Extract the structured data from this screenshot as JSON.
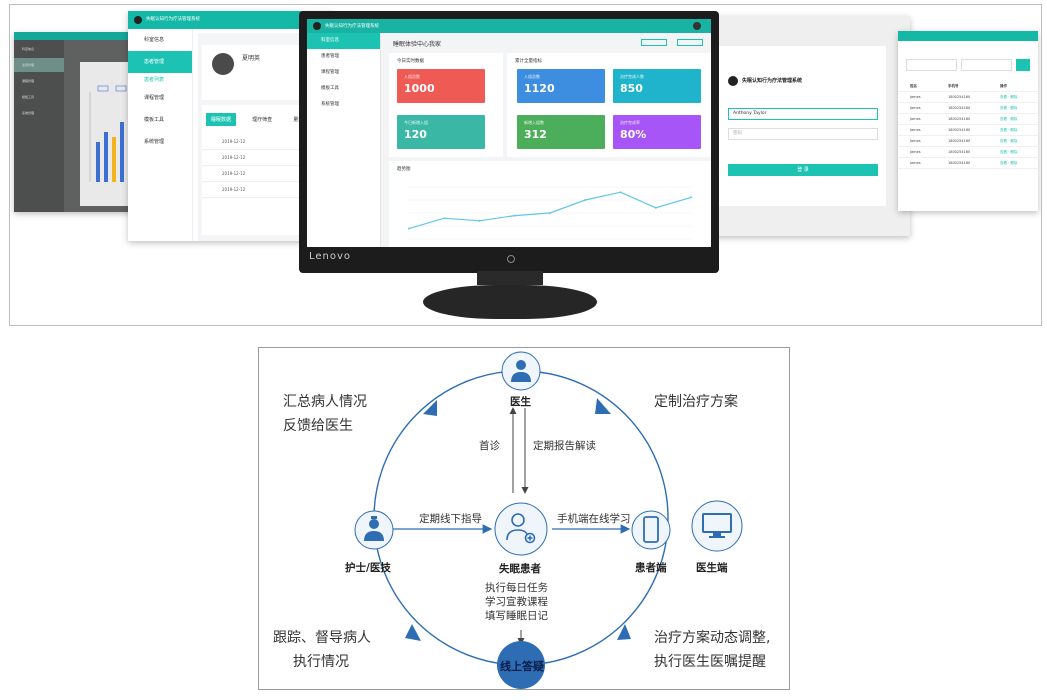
{
  "showcase": {
    "system_title": "失眠认知行为疗法管理系统",
    "monitor_brand": "Lenovo",
    "monitor_screen": {
      "page_title": "睡眠体验中心我家",
      "sidebar": [
        "科室信息",
        "患者管理",
        "课程管理",
        "模板工具",
        "系统管理"
      ],
      "panel_today": "今日实时数据",
      "panel_total": "累计全量指标",
      "tiles": [
        {
          "label": "入组总数",
          "value": "1000",
          "color": "#ef5a55"
        },
        {
          "label": "今日新增入组",
          "value": "120",
          "color": "#3bb8a5"
        },
        {
          "label": "入组总数",
          "value": "1120",
          "color": "#3d8ee0"
        },
        {
          "label": "新增入组数",
          "value": "312",
          "color": "#4cae5b"
        },
        {
          "label": "治疗完成人数",
          "value": "850",
          "color": "#1fb4cc"
        },
        {
          "label": "治疗完成率",
          "value": "80%",
          "color": "#a855f7"
        }
      ],
      "trend_title": "趋势图",
      "trend_points": [
        {
          "x": 1,
          "y": 20
        },
        {
          "x": 2,
          "y": 40
        },
        {
          "x": 3,
          "y": 35
        },
        {
          "x": 4,
          "y": 45
        },
        {
          "x": 5,
          "y": 50
        },
        {
          "x": 6,
          "y": 75
        },
        {
          "x": 7,
          "y": 90
        },
        {
          "x": 8,
          "y": 60
        },
        {
          "x": 9,
          "y": 80
        }
      ]
    },
    "left_shot": {
      "sidebar": [
        "科室信息",
        "患者管理",
        "患者列表",
        "课程管理",
        "模板工具",
        "系统管理"
      ],
      "patient_name": "夏明英",
      "tabs": [
        "睡眠数据",
        "理疗筛查",
        "量表记录"
      ],
      "dates": [
        "2019-12-12",
        "2019-12-12",
        "2019-12-12",
        "2019-12-12"
      ]
    },
    "right_shot": {
      "login_title": "失眠认知行为疗法管理系统",
      "username_value": "Anthony Taylor",
      "password_placeholder": "密码",
      "login_button": "登 录"
    },
    "far_right_shot": {
      "header_cols": [
        "姓名",
        "手机号",
        "操作"
      ],
      "rows": [
        [
          "James",
          "1800254160",
          "查看 · 删除"
        ],
        [
          "James",
          "1800254160",
          "查看 · 删除"
        ],
        [
          "James",
          "1800254160",
          "查看 · 删除"
        ],
        [
          "James",
          "1800254160",
          "查看 · 删除"
        ],
        [
          "James",
          "1800254160",
          "查看 · 删除"
        ],
        [
          "James",
          "1800254160",
          "查看 · 删除"
        ],
        [
          "James",
          "1800254160",
          "查看 · 删除"
        ]
      ]
    }
  },
  "diagram": {
    "corners": {
      "top_left": [
        "汇总病人情况",
        "反馈给医生"
      ],
      "top_right": [
        "定制治疗方案"
      ],
      "bottom_left": [
        "跟踪、督导病人",
        "执行情况"
      ],
      "bottom_right": [
        "治疗方案动态调整,",
        "执行医生医嘱提醒"
      ]
    },
    "nodes": {
      "doctor": "医生",
      "nurse": "护士/医技",
      "patient": "失眠患者",
      "patient_app": "患者端",
      "doctor_app": "医生端",
      "online_q": "线上答疑"
    },
    "arrows": {
      "first_visit": "首诊",
      "report": "定期报告解读",
      "offline": "定期线下指导",
      "mobile": "手机端在线学习"
    },
    "tasks": [
      "执行每日任务",
      "学习宣教课程",
      "填写睡眠日记"
    ],
    "colors": {
      "accent": "#2e6db4",
      "node_fill": "#f0f5fb"
    }
  }
}
